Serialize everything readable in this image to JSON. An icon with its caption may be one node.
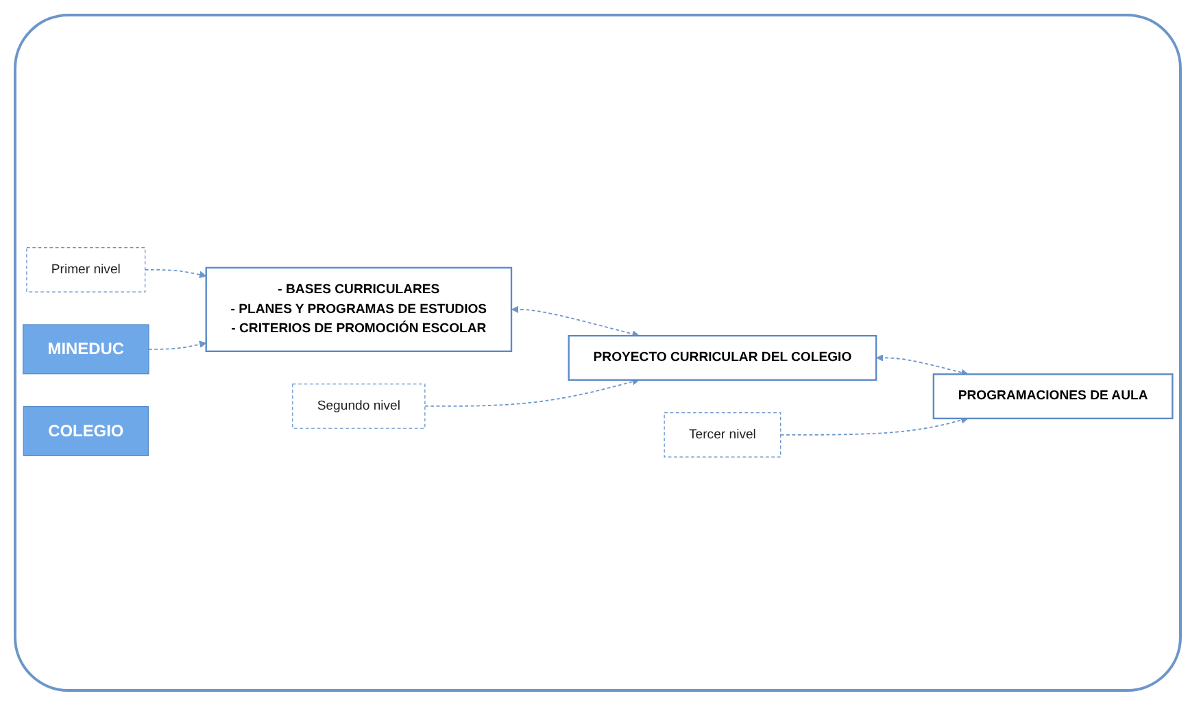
{
  "diagram": {
    "nodes": [
      {
        "text": [
          "- BASES CURRICULARES",
          "- PLANES Y PROGRAMAS DE ESTUDIOS",
          "- CRITERIOS DE PROMOCIÓN ESCOLAR"
        ]
      },
      {
        "text": [
          "Primer nivel"
        ]
      },
      {
        "text": [
          "MINEDUC"
        ]
      },
      {
        "text": [
          "Segundo nivel"
        ]
      },
      {
        "text": [
          "PROYECTO CURRICULAR DEL COLEGIO"
        ]
      },
      {
        "text": [
          "Tercer nivel"
        ]
      },
      {
        "text": [
          "PROGRAMACIONES DE AULA"
        ]
      },
      {
        "text": [
          "COLEGIO"
        ]
      }
    ],
    "edges": [
      {
        "from": 1,
        "to": 0,
        "arrow": "to",
        "style": "dashed"
      },
      {
        "from": 2,
        "to": 0,
        "arrow": "to",
        "style": "dashed"
      },
      {
        "from": 0,
        "to": 4,
        "arrow": "both",
        "style": "dashed"
      },
      {
        "from": 3,
        "to": 4,
        "arrow": "to",
        "style": "dashed"
      },
      {
        "from": 4,
        "to": 6,
        "arrow": "both",
        "style": "dashed"
      },
      {
        "from": 5,
        "to": 6,
        "arrow": "to",
        "style": "dashed"
      }
    ]
  }
}
